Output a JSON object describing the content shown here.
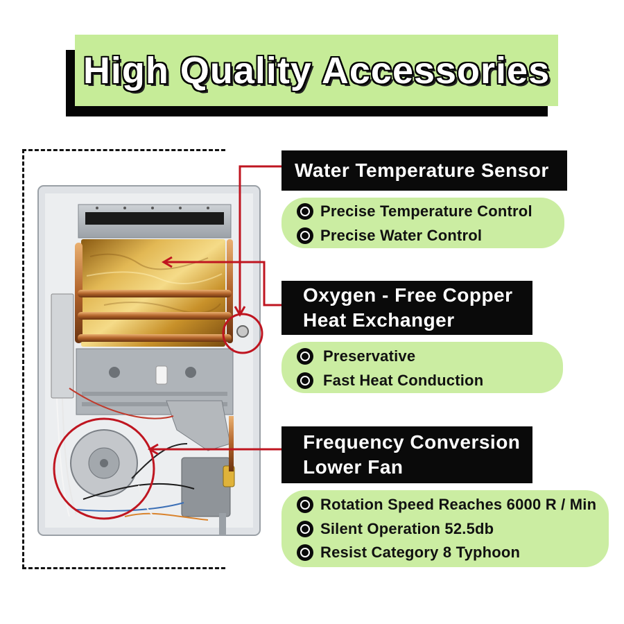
{
  "title": "High Quality Accessories",
  "features": [
    {
      "heading": [
        "Water Temperature Sensor"
      ],
      "bullets": [
        "Precise Temperature Control",
        "Precise Water Control"
      ]
    },
    {
      "heading": [
        "Oxygen - Free Copper",
        "Heat Exchanger"
      ],
      "bullets": [
        "Preservative",
        "Fast Heat Conduction"
      ]
    },
    {
      "heading": [
        "Frequency Conversion",
        "Lower Fan"
      ],
      "bullets": [
        "Rotation Speed Reaches 6000 R / Min",
        "Silent Operation 52.5db",
        "Resist Category 8 Typhoon"
      ]
    }
  ],
  "colors": {
    "banner_green": "#c6ec98",
    "pill_green": "#cbeda2",
    "label_black": "#0a0a0a",
    "annotation_red": "#bf1520",
    "title_text": "#ffffff"
  },
  "icons": {
    "bullet": "target-bullet-icon",
    "callout_arrow": "arrow-left-icon"
  }
}
